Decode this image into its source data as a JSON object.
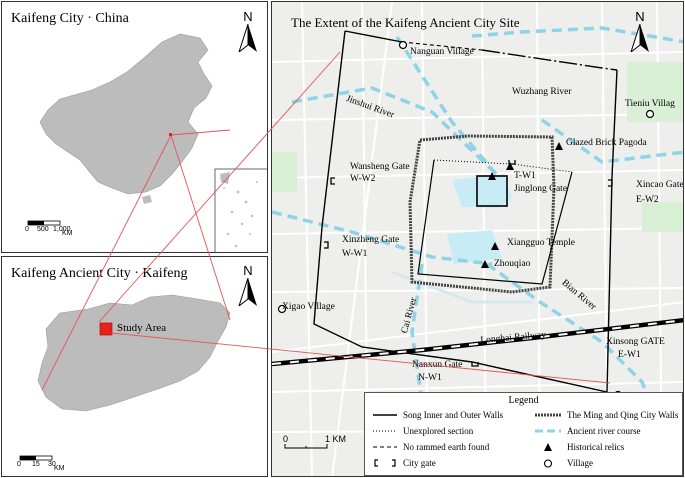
{
  "panel_china": {
    "title": "Kaifeng City · China",
    "north": "N",
    "scale": {
      "ticks": [
        "0",
        "500",
        "1,000"
      ],
      "unit": "KM"
    }
  },
  "panel_kaifeng": {
    "title": "Kaifeng Ancient City · Kaifeng",
    "north": "N",
    "study_area": "Study Area",
    "scale": {
      "ticks": [
        "0",
        "15",
        "30"
      ],
      "unit": "KM"
    }
  },
  "panel_site": {
    "title": "The Extent of the Kaifeng Ancient City Site",
    "north": "N",
    "labels": {
      "nanguan": "Nanguan Village",
      "wuzhang": "Wuzhang River",
      "tieniu": "Tieniu Villag",
      "jinshui": "Jinshui River",
      "pagoda": "Glazed Brick Pagoda",
      "wansheng_gate": "Wansheng Gate",
      "wansheng_code": "W-W2",
      "tw1": "T-W1",
      "jinglong": "Jinglong  Gate",
      "xincao_gate": "Xincao Gate",
      "xincao_code": "E-W2",
      "xinzheng_gate": "Xinzheng Gate",
      "xinzheng_code": "W-W1",
      "xiangguo": "Xiangguo Temple",
      "zhouqiao": "Zhouqiao",
      "bian": "Bian River",
      "xigao": "Xigao Village",
      "cai": "Cai River",
      "longhai": "Longhai Railway",
      "xinsong_gate": "Xinsong GATE",
      "xinsong_code": "E-W1",
      "nanxun_gate": "Nanxun Gate",
      "nanxun_code": "N-W1"
    },
    "scale": {
      "start": "0",
      "end": "1 KM"
    }
  },
  "legend": {
    "title": "Legend",
    "items": {
      "song_walls": "Song Inner and Outer Walls",
      "unexplored": "Unexplored section",
      "no_rammed": "No rammed earth found",
      "city_gate": "City gate",
      "ming_qing": "The Ming and Qing City Walls",
      "ancient_river": "Ancient river course",
      "relics": "Historical relics",
      "village": "Village"
    }
  },
  "colors": {
    "study_area": "#e8231a",
    "pointer_lines": "#e05555",
    "river": "#8fd3e6",
    "land": "#bcbcbc",
    "map_bg": "#eeeeec"
  }
}
